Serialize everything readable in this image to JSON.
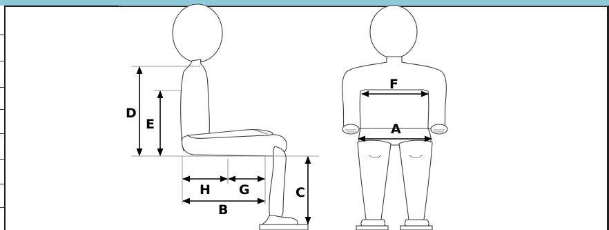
{
  "labels": {
    "A": "A",
    "B": "B",
    "C": "C",
    "D": "D",
    "E": "E",
    "F": "F",
    "G": "G",
    "H": "H"
  },
  "colors": {
    "frame_top": "#8ec9db",
    "frame_border": "#1e1e1e",
    "figure_outline": "#3b3b3b",
    "dimension_line": "#000000"
  }
}
